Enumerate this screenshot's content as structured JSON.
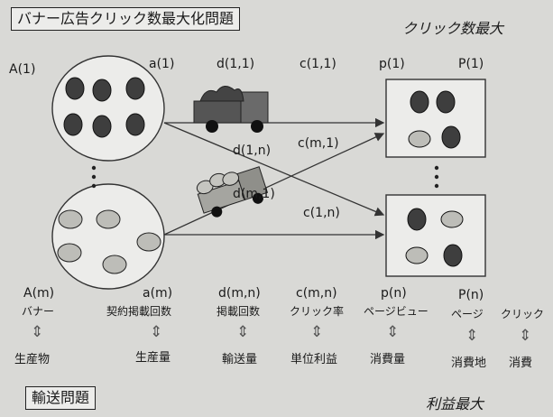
{
  "title": "バナー広告クリック数最大化問題",
  "subtitle_right": "クリック数最大",
  "bottom_left_title": "輸送問題",
  "bottom_right_title": "利益最大",
  "diagram": {
    "labels": {
      "A1": "A(1)",
      "a1": "a(1)",
      "d11": "d(1,1)",
      "c11": "c(1,1)",
      "p1": "p(1)",
      "P1": "P(1)",
      "d1n": "d(1,n)",
      "cm1": "c(m,1)",
      "dm1": "d(m,1)",
      "c1n": "c(1,n)"
    },
    "legend": [
      {
        "sym": "A(m)",
        "jp": "バナー",
        "eq": "生産物"
      },
      {
        "sym": "a(m)",
        "jp": "契約掲載回数",
        "eq": "生産量"
      },
      {
        "sym": "d(m,n)",
        "jp": "掲載回数",
        "eq": "輸送量"
      },
      {
        "sym": "c(m,n)",
        "jp": "クリック率",
        "eq": "単位利益"
      },
      {
        "sym": "p(n)",
        "jp": "ページビュー",
        "eq": "消費量"
      },
      {
        "sym": "P(n)",
        "jp": "ページ",
        "eq": "消費地"
      },
      {
        "sym": "",
        "jp": "クリック",
        "eq": "消費"
      }
    ]
  }
}
